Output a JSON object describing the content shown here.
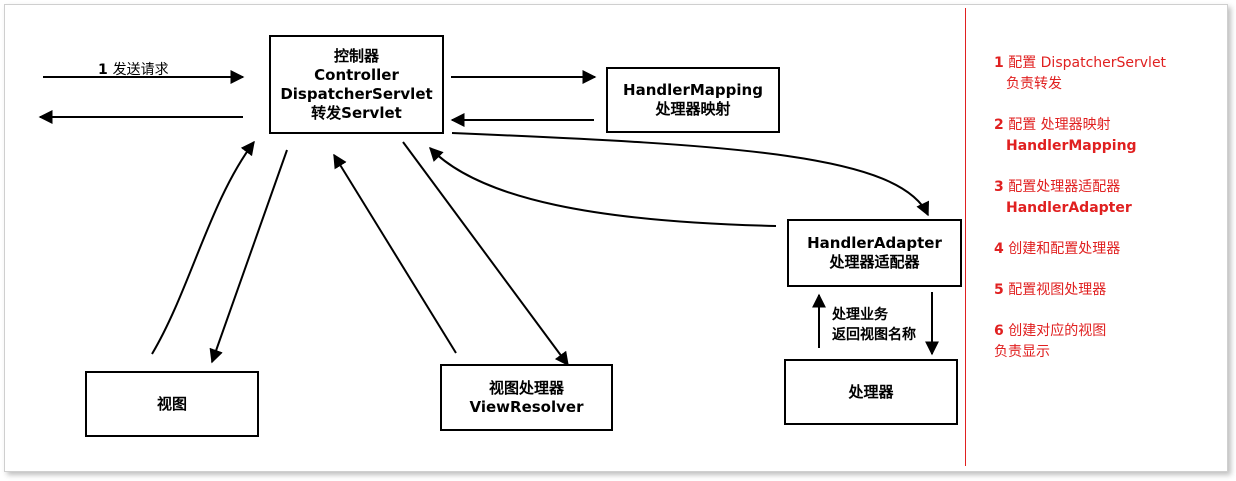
{
  "diagram": {
    "controller": {
      "line1": "控制器",
      "line2": "Controller",
      "line3": "DispatcherServlet",
      "line4": "转发Servlet"
    },
    "handler_mapping": {
      "line1": "HandlerMapping",
      "line2": "处理器映射"
    },
    "handler_adapter": {
      "line1": "HandlerAdapter",
      "line2": "处理器适配器"
    },
    "view": {
      "line1": "视图"
    },
    "view_resolver": {
      "line1": "视图处理器",
      "line2": "ViewResolver"
    },
    "handler": {
      "line1": "处理器"
    },
    "request_label": {
      "num": "1",
      "text": "发送请求"
    },
    "business_label": {
      "line1": "处理业务",
      "line2": "返回视图名称"
    }
  },
  "steps": [
    {
      "num": "1",
      "line1": "配置 DispatcherServlet",
      "line2": "负责转发"
    },
    {
      "num": "2",
      "line1": "配置 处理器映射",
      "line2": "HandlerMapping"
    },
    {
      "num": "3",
      "line1": "配置处理器适配器",
      "line2": "HandlerAdapter"
    },
    {
      "num": "4",
      "line1": "创建和配置处理器",
      "line2": ""
    },
    {
      "num": "5",
      "line1": "配置视图处理器",
      "line2": ""
    },
    {
      "num": "6",
      "line1": "创建对应的视图",
      "line2": "负责显示"
    }
  ],
  "colors": {
    "annotation": "#e02020",
    "line": "#000000"
  }
}
